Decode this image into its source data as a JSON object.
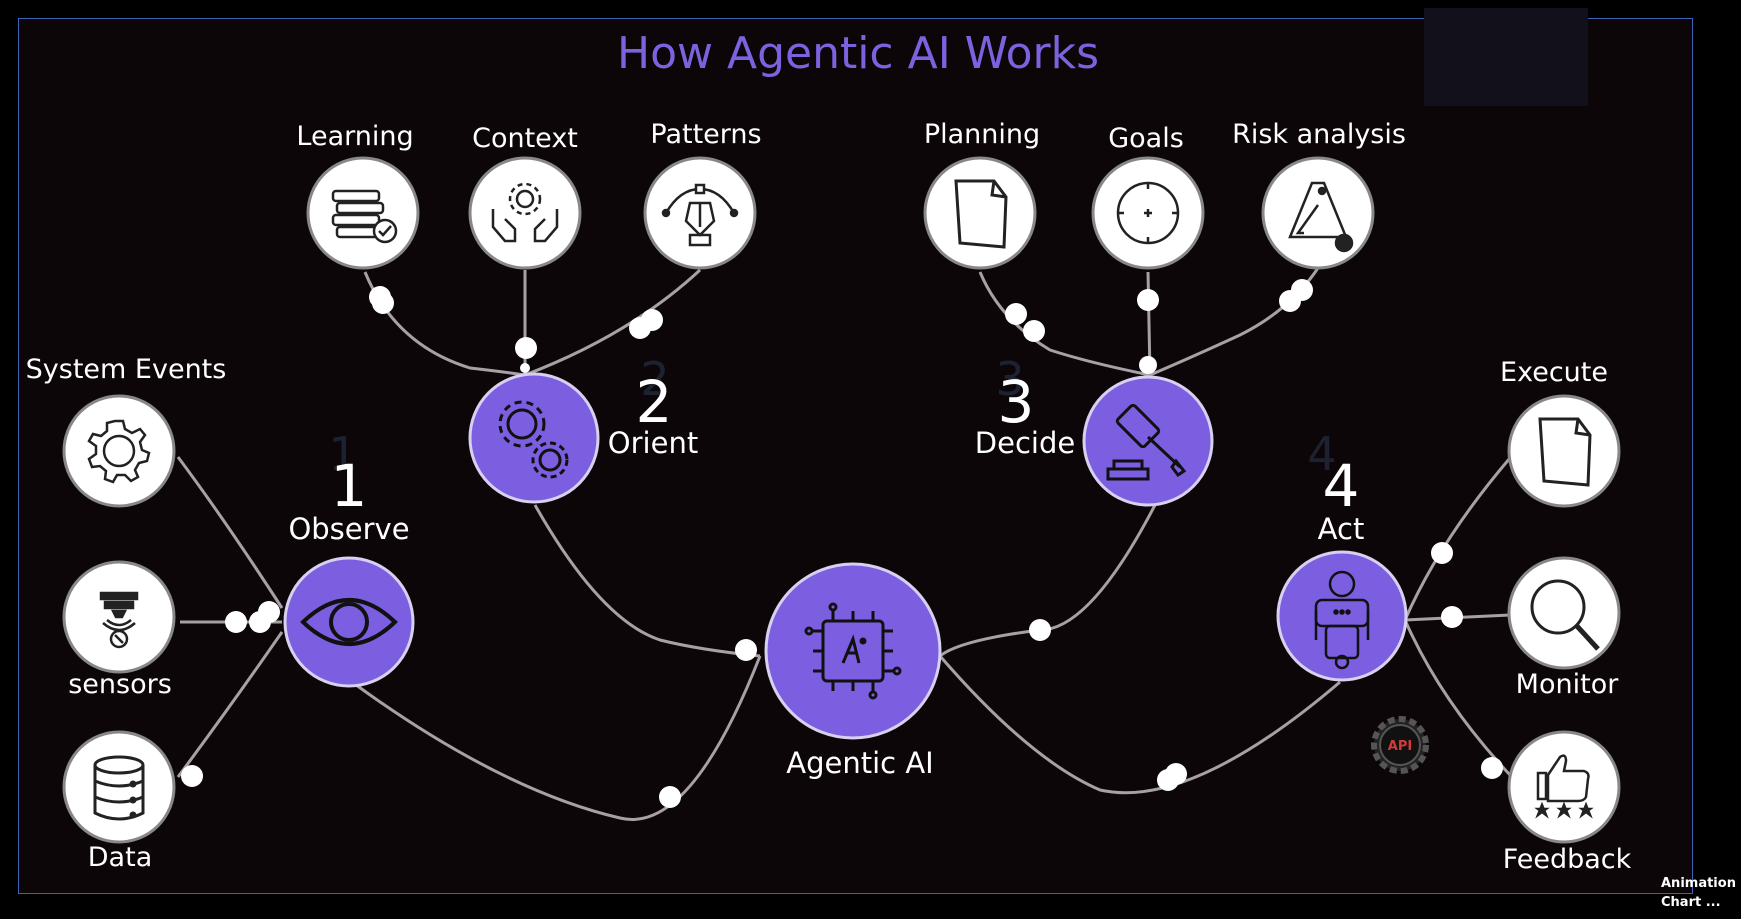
{
  "title": "How Agentic AI Works",
  "center": {
    "label": "Agentic AI",
    "icon": "ai-chip-icon"
  },
  "steps": [
    {
      "number": "1",
      "label": "Observe",
      "icon": "eye-icon",
      "inputs": [
        {
          "label": "System Events",
          "icon": "gear-icon"
        },
        {
          "label": "sensors",
          "icon": "sensor-icon"
        },
        {
          "label": "Data",
          "icon": "database-icon"
        }
      ]
    },
    {
      "number": "2",
      "label": "Orient",
      "icon": "gears-icon",
      "inputs": [
        {
          "label": "Learning",
          "icon": "books-icon"
        },
        {
          "label": "Context",
          "icon": "hands-gear-icon"
        },
        {
          "label": "Patterns",
          "icon": "pen-tool-icon"
        }
      ]
    },
    {
      "number": "3",
      "label": "Decide",
      "icon": "gavel-icon",
      "inputs": [
        {
          "label": "Planning",
          "icon": "document-icon"
        },
        {
          "label": "Goals",
          "icon": "target-icon"
        },
        {
          "label": "Risk analysis",
          "icon": "metronome-icon"
        }
      ]
    },
    {
      "number": "4",
      "label": "Act",
      "icon": "robot-icon",
      "outputs": [
        {
          "label": "Execute",
          "icon": "document-icon"
        },
        {
          "label": "Monitor",
          "icon": "magnifier-icon"
        },
        {
          "label": "Feedback",
          "icon": "thumbs-up-icon"
        }
      ]
    }
  ],
  "api_badge": {
    "text": "API",
    "icon": "api-gear-icon"
  },
  "credit": {
    "line1": "Animation",
    "line2": "Chart ..."
  },
  "colors": {
    "accent": "#7b63e0",
    "node_fill": "#7b5fe0",
    "background": "#0c0609",
    "frame": "#3a63b8",
    "line": "#a7a1a5"
  }
}
